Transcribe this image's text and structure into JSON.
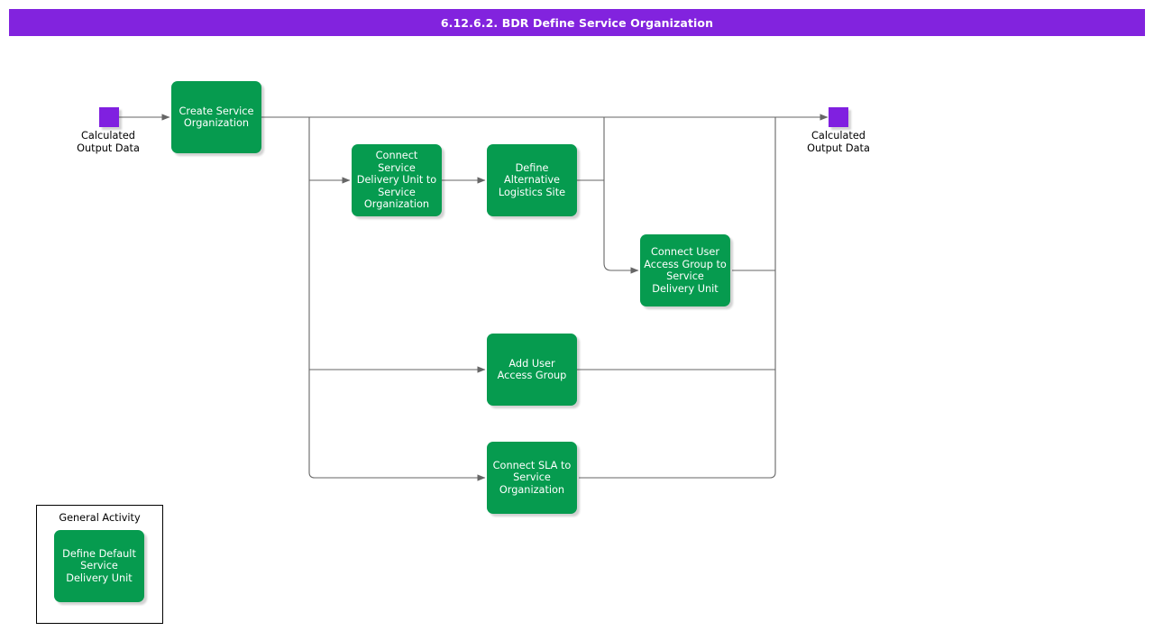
{
  "header": {
    "title": "6.12.6.2. BDR Define Service Organization",
    "bar_color": "#8223de",
    "text_color": "#ffffff"
  },
  "colors": {
    "activity": "#069b4f",
    "terminator": "#8020e0",
    "connector": "#666666",
    "background": "#ffffff",
    "legend_border": "#000000"
  },
  "terminators": [
    {
      "name": "start",
      "label": "Calculated\nOutput Data"
    },
    {
      "name": "end",
      "label": "Calculated\nOutput Data"
    }
  ],
  "nodes": [
    {
      "id": "create-service-organization",
      "label": "Create Service Organization"
    },
    {
      "id": "connect-service-delivery-unit-to-service-organization",
      "label": "Connect Service Delivery Unit to Service Organization"
    },
    {
      "id": "define-alternative-logistics-site",
      "label": "Define Alternative Logistics Site"
    },
    {
      "id": "connect-user-access-group-to-service-delivery-unit",
      "label": "Connect User Access Group to Service Delivery Unit"
    },
    {
      "id": "add-user-access-group",
      "label": "Add User Access Group"
    },
    {
      "id": "connect-sla-to-service-organization",
      "label": "Connect SLA to Service Organization"
    }
  ],
  "legend": {
    "title": "General Activity",
    "sample_label": "Define Default Service Delivery Unit"
  }
}
